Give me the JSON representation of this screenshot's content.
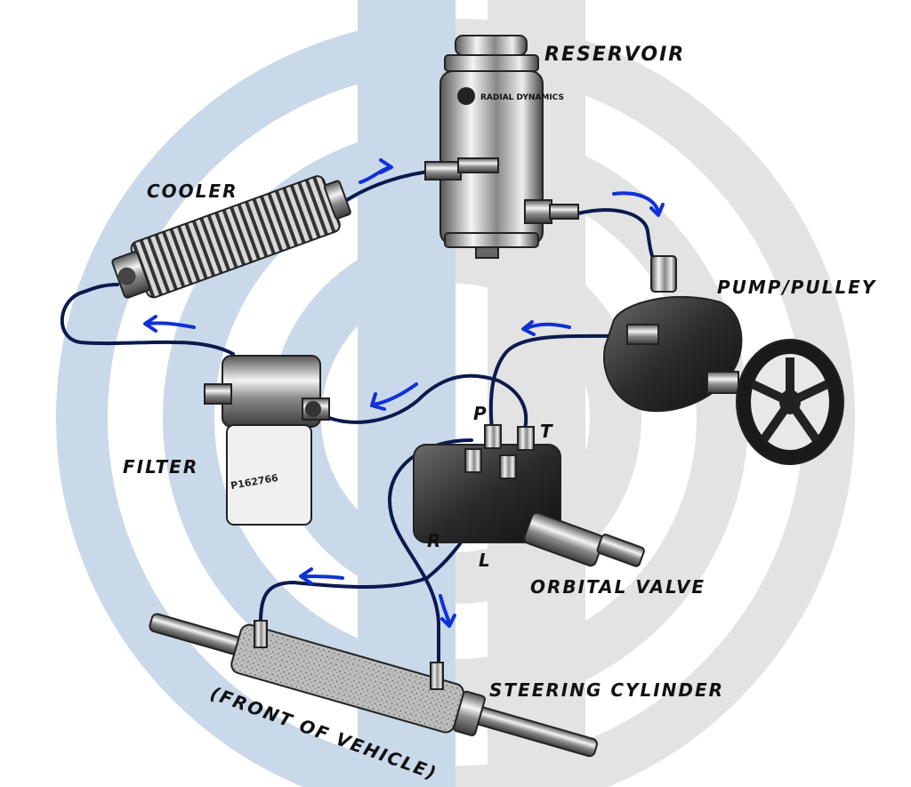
{
  "diagram": {
    "components": {
      "reservoir": {
        "label": "Reservoir",
        "brand": "RADIAL DYNAMICS"
      },
      "cooler": {
        "label": "Cooler"
      },
      "pump": {
        "label": "Pump/Pulley"
      },
      "filter": {
        "label": "Filter",
        "part_number": "P162766"
      },
      "valve": {
        "label": "Orbital Valve"
      },
      "cylinder": {
        "label": "Steering Cylinder"
      }
    },
    "ports": {
      "p": "P",
      "t": "T",
      "r": "R",
      "l": "L"
    },
    "note": "(Front of Vehicle)",
    "colors": {
      "hose": "#0b1a4e",
      "flow_arrow": "#1030d8",
      "watermark_left": "#c9d9ea",
      "watermark_right": "#e3e3e3"
    }
  }
}
